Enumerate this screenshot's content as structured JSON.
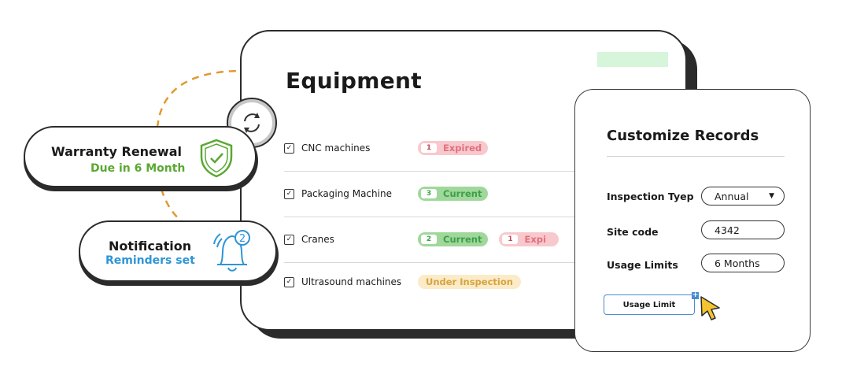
{
  "equipment": {
    "title": "Equipment",
    "rows": [
      {
        "label": "CNC machines",
        "checked": "✓",
        "badges": [
          {
            "count": "1",
            "text": "Expired",
            "kind": "expired"
          }
        ]
      },
      {
        "label": "Packaging Machine",
        "checked": "✓",
        "badges": [
          {
            "count": "3",
            "text": "Current",
            "kind": "current"
          }
        ]
      },
      {
        "label": "Cranes",
        "checked": "✓",
        "badges": [
          {
            "count": "2",
            "text": "Current",
            "kind": "current"
          },
          {
            "count": "1",
            "text": "Expi",
            "kind": "expired"
          }
        ]
      },
      {
        "label": "Ultrasound machines",
        "checked": "✓",
        "badges": [
          {
            "text": "Under Inspection",
            "kind": "inspection"
          }
        ]
      }
    ]
  },
  "warranty": {
    "title": "Warranty Renewal",
    "subtitle": "Due in 6 Month",
    "color": "#5aa832"
  },
  "notification": {
    "title": "Notification",
    "subtitle": "Reminders set",
    "badge_count": "2",
    "color": "#2e95d6"
  },
  "customize": {
    "title": "Customize Records",
    "inspection_label": "Inspection Tyep",
    "inspection_value": "Annual",
    "site_label": "Site code",
    "site_value": "4342",
    "usage_label": "Usage Limits",
    "usage_value": "6 Months",
    "usage_button": "Usage Limit"
  },
  "icons": {
    "sync": "sync-icon",
    "shield": "shield-check-icon",
    "bell": "bell-icon",
    "cursor": "cursor-icon",
    "caret": "▼"
  },
  "colors": {
    "arrow": "#e09a2c",
    "expired": "#f8c9cc",
    "current": "#9fd89a",
    "inspection": "#fbebc7",
    "cursor": "#f4c430"
  }
}
